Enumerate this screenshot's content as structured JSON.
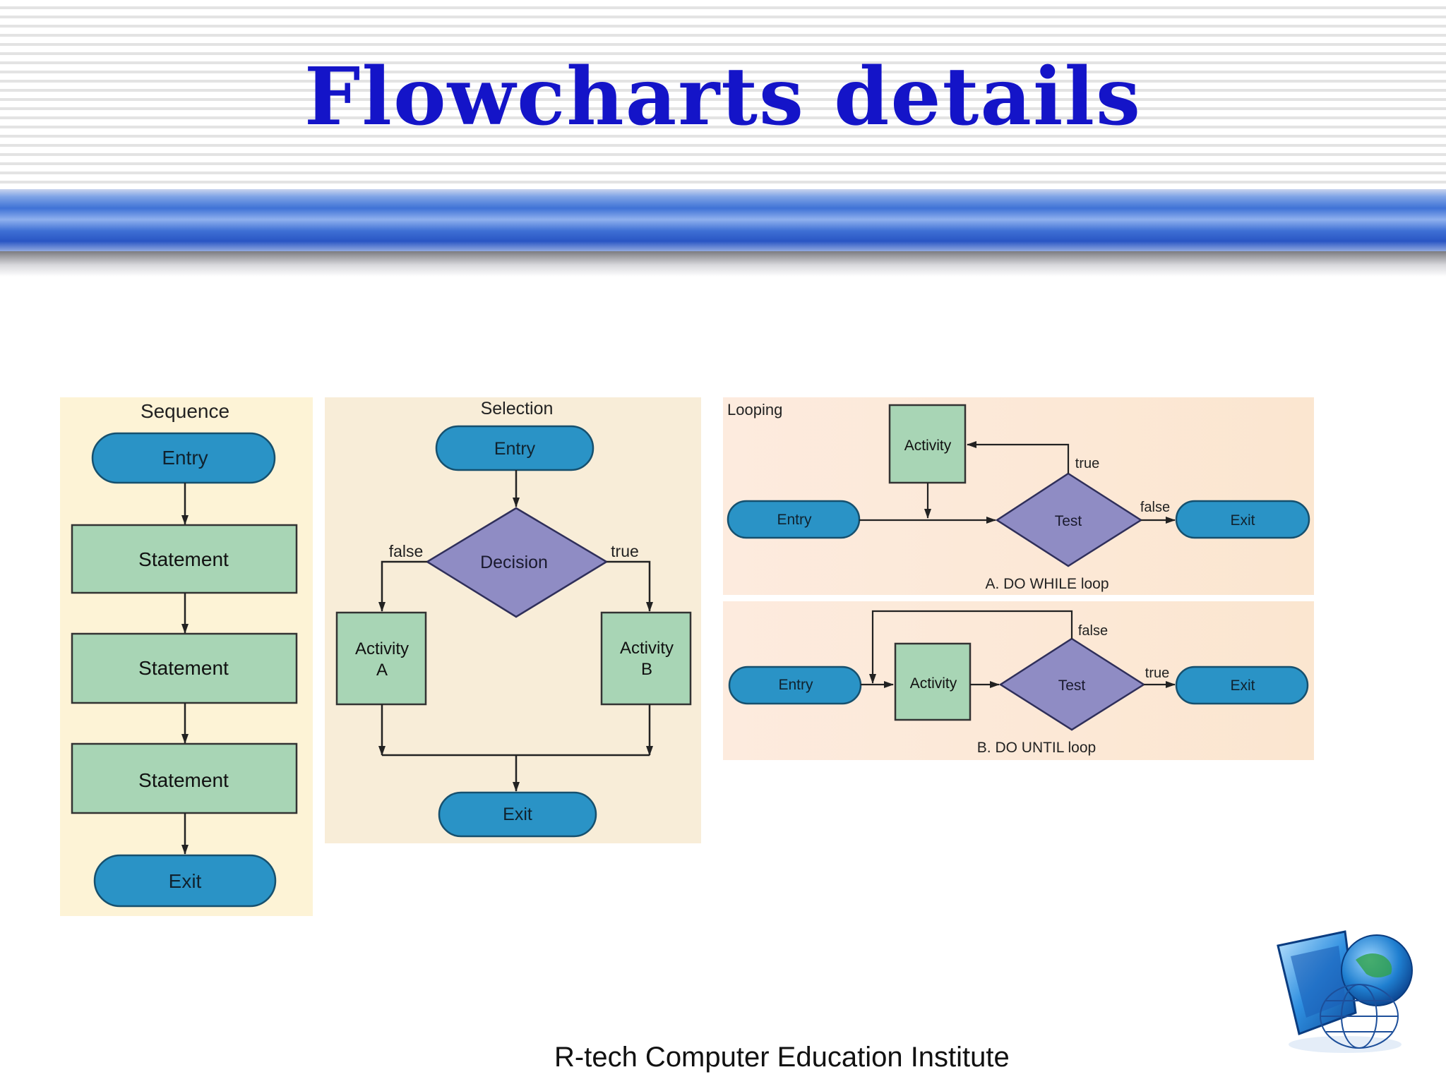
{
  "slide": {
    "title": "Flowcharts details",
    "footer": "R-tech Computer Education Institute"
  },
  "sequence": {
    "title": "Sequence",
    "entry": "Entry",
    "statements": [
      "Statement",
      "Statement",
      "Statement"
    ],
    "exit": "Exit"
  },
  "selection": {
    "title": "Selection",
    "entry": "Entry",
    "decision": "Decision",
    "false_label": "false",
    "true_label": "true",
    "activity_a": [
      "Activity",
      "A"
    ],
    "activity_b": [
      "Activity",
      "B"
    ],
    "exit": "Exit"
  },
  "looping": {
    "title": "Looping",
    "do_while": {
      "entry": "Entry",
      "activity": "Activity",
      "test": "Test",
      "true_label": "true",
      "false_label": "false",
      "exit": "Exit",
      "caption": "A.  DO WHILE loop"
    },
    "do_until": {
      "entry": "Entry",
      "activity": "Activity",
      "test": "Test",
      "false_label": "false",
      "true_label": "true",
      "exit": "Exit",
      "caption": "B.  DO UNTIL loop"
    }
  },
  "colors": {
    "title": "#1414c8",
    "terminal": "#2a93c6",
    "process": "#a8d5b5",
    "decision": "#8f8cc4",
    "panel": "#fcf2d8"
  }
}
